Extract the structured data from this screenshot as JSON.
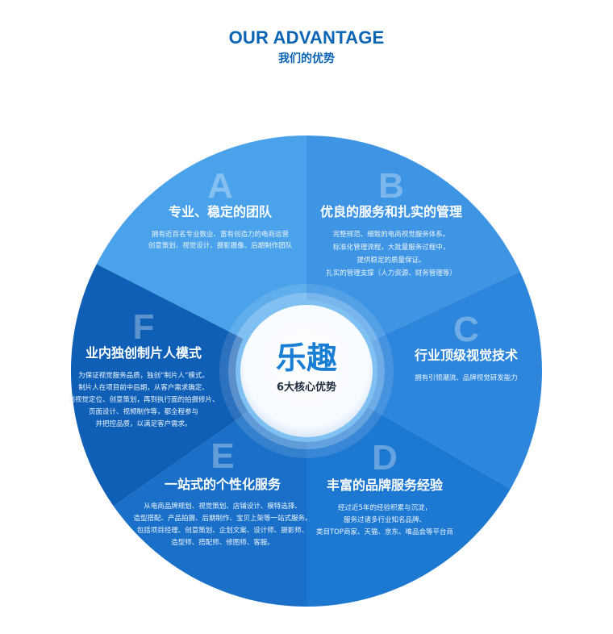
{
  "header": {
    "title": "OUR ADVANTAGE",
    "subtitle": "我们的优势"
  },
  "center": {
    "main": "乐趣",
    "sub": "6大核心优势"
  },
  "colors": {
    "seg_a": "#4aa2ea",
    "seg_b": "#3d95e4",
    "seg_c": "#2d86dc",
    "seg_d": "#1d78d2",
    "seg_e": "#1a70c8",
    "seg_f": "#0f5fb6",
    "center_text": "#1a7fd4"
  },
  "segments": [
    {
      "key": "A",
      "letter": "A",
      "title": "专业、稳定的团队",
      "lines": [
        "拥有近百名专业数业、富有创造力的电商运营",
        "创意策划、视觉设计、摄影摄像、后期制作团队"
      ]
    },
    {
      "key": "B",
      "letter": "B",
      "title": "优良的服务和扎实的管理",
      "lines": [
        "完整规范、细致的电商视觉服务体系。",
        "标准化管理流程，大批量服务过程中，",
        "提供稳定的质量保证。",
        "扎实的管理支撑（人力资源、财务管理等）"
      ]
    },
    {
      "key": "C",
      "letter": "C",
      "title": "行业顶级视觉技术",
      "lines": [
        "拥有引领潮流、品牌视觉研发能力"
      ]
    },
    {
      "key": "D",
      "letter": "D",
      "title": "丰富的品牌服务经验",
      "lines": [
        "经过近5年的经验积累与沉淀，",
        "服务过诸多行业知名品牌、",
        "类目TOP商家、天猫、京东、唯品会等平台商"
      ]
    },
    {
      "key": "E",
      "letter": "E",
      "title": "一站式的个性化服务",
      "lines": [
        "从电商品牌规划、视觉策划、店铺设计、模特选择、",
        "造型搭配、产品拍摄、后期制作、宝贝上架等一站式服务。",
        "包括项目经理、创意策划、企划文案、设计师、摄影师、",
        "造型师、搭配师、修图师、客服。"
      ]
    },
    {
      "key": "F",
      "letter": "F",
      "title": "业内独创制片人模式",
      "lines": [
        "为保证视觉服务品质，独创“制片人”模式。",
        "制片人在项目前中后期，从客户需求确定、",
        "到视觉定位、创意策划，再到执行面的拍摄修片、",
        "页面设计、视频制作等，都全程参与",
        "并把控品质，以满足客户需求。"
      ]
    }
  ]
}
